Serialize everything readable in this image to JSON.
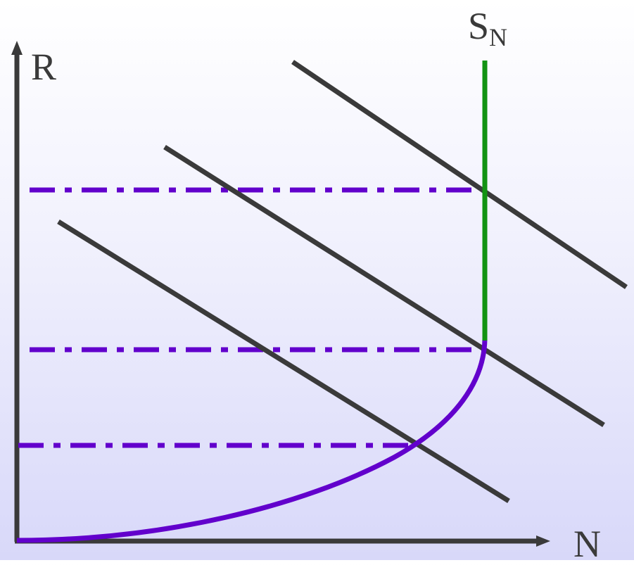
{
  "labels": {
    "y_axis": "R",
    "x_axis": "N",
    "supply_main": "S",
    "supply_sub": "N"
  },
  "colors": {
    "axis": "#3a3a3a",
    "demand_lines": "#3a3a3a",
    "supply_vertical": "#129312",
    "supply_curve": "#6200cc",
    "dash_dot_lines": "#6200cc",
    "background_top": "#ffffff",
    "background_bottom": "#d8d8f9"
  }
}
